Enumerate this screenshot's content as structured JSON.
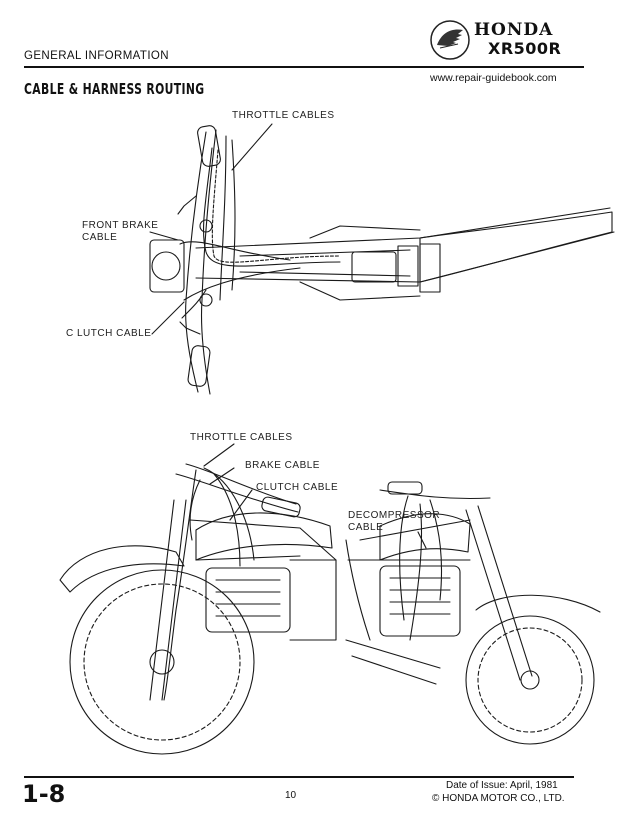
{
  "header": {
    "section": "GENERAL INFORMATION",
    "brand": "HONDA",
    "model": "XR500R",
    "url": "www.repair-guidebook.com",
    "logo_icon": "honda-wing-icon"
  },
  "title": "CABLE & HARNESS ROUTING",
  "figure_top": {
    "callouts": {
      "throttle": "THROTTLE CABLES",
      "front_brake_line1": "FRONT BRAKE",
      "front_brake_line2": "CABLE",
      "clutch": "C LUTCH CABLE"
    }
  },
  "figure_bottom": {
    "callouts": {
      "throttle": "THROTTLE CABLES",
      "brake": "BRAKE CABLE",
      "clutch": "CLUTCH CABLE",
      "decompressor_line1": "DECOMPRESSOR",
      "decompressor_line2": "CABLE"
    }
  },
  "footer": {
    "page_id": "1-8",
    "page_number": "10",
    "date": "Date of Issue: April, 1981",
    "copyright": "© HONDA MOTOR CO., LTD."
  },
  "colors": {
    "ink": "#111111",
    "paper": "#ffffff"
  }
}
